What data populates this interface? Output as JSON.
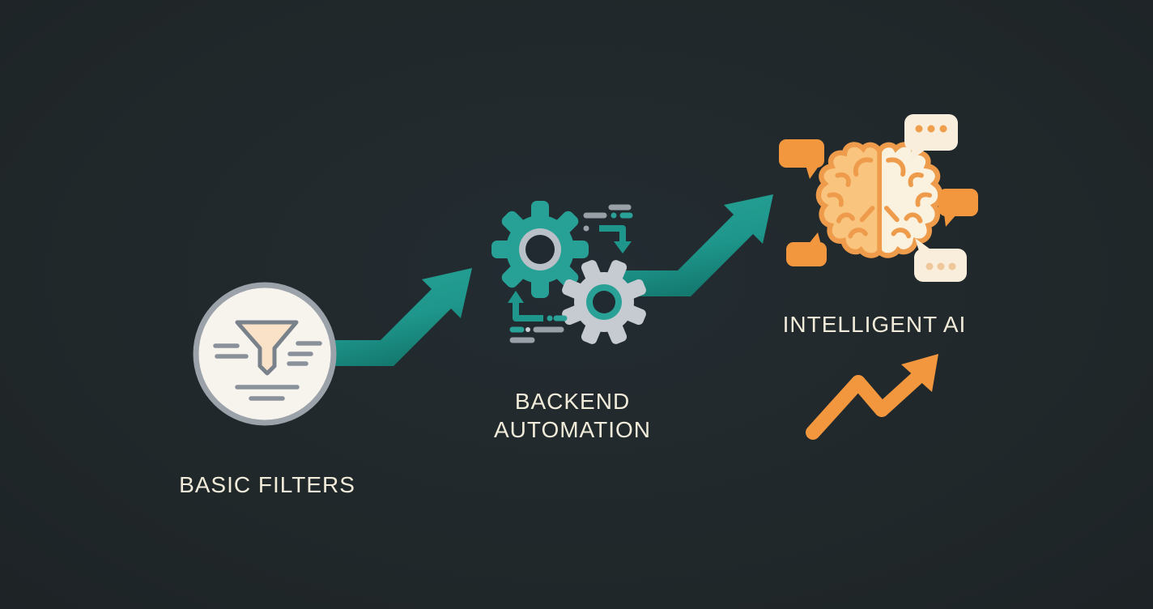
{
  "diagram": {
    "background_color": "#212930",
    "stages": [
      {
        "id": "basic-filters",
        "label": "BASIC FILTERS",
        "icon": "funnel-filter-icon"
      },
      {
        "id": "backend-automation",
        "label_line1": "BACKEND",
        "label_line2": "AUTOMATION",
        "icon": "gears-automation-icon"
      },
      {
        "id": "intelligent-ai",
        "label": "INTELLIGENT AI",
        "icon": "brain-ai-icon"
      }
    ],
    "connectors": [
      {
        "id": "arrow-filters-to-automation",
        "type": "bent-up-arrow"
      },
      {
        "id": "arrow-automation-to-ai",
        "type": "bent-up-arrow"
      }
    ],
    "extras": {
      "chat_bubbles_orange": 3,
      "chat_bubbles_typing": 2,
      "growth_trend_arrow": true
    },
    "colors": {
      "teal": "#1e968b",
      "teal_dark": "#15776e",
      "teal_bright": "#2aa197",
      "orange": "#f2973e",
      "orange_light": "#f8c47e",
      "brain_outline": "#ee9c4b",
      "cream": "#f8eedb",
      "label_text": "#f1ebd9",
      "icon_gray": "#c5cbd1",
      "line_gray": "#99a0a8"
    }
  }
}
